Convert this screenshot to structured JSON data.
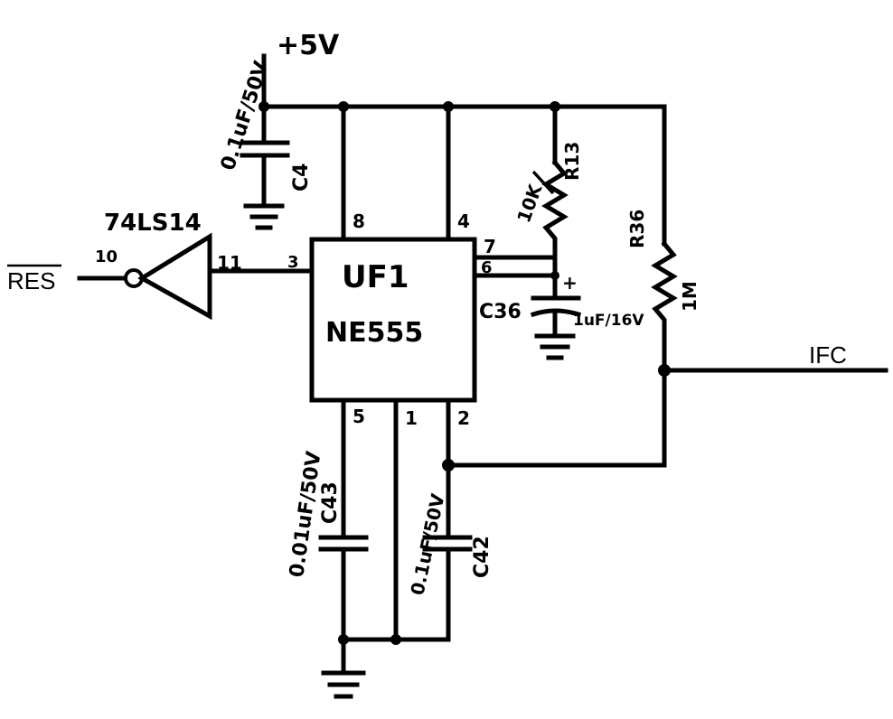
{
  "inputs": {
    "res": "RES"
  },
  "outputs": {
    "ifc": "IFC"
  },
  "power": {
    "vcc": "+5V"
  },
  "gate": {
    "part": "74LS14",
    "pin_in": "10",
    "pin_out": "11"
  },
  "chip": {
    "designator": "UF1",
    "part": "NE555",
    "pins": {
      "p8": "8",
      "p4": "4",
      "p7": "7",
      "p6": "6",
      "p3": "3",
      "p5": "5",
      "p1": "1",
      "p2": "2"
    }
  },
  "components": {
    "c_supply": {
      "ref": "C4",
      "value": "0.1uF/50V"
    },
    "r_pot": {
      "ref": "R13",
      "value": "10K"
    },
    "r_pullup": {
      "ref": "R36",
      "value": "1M"
    },
    "c_timing": {
      "ref": "C36",
      "value": "1uF/16V"
    },
    "c_ctrl": {
      "ref": "C43",
      "value": "0.01uF/50V"
    },
    "c_trig": {
      "ref": "C42",
      "value": "0.1uF/50V"
    }
  }
}
